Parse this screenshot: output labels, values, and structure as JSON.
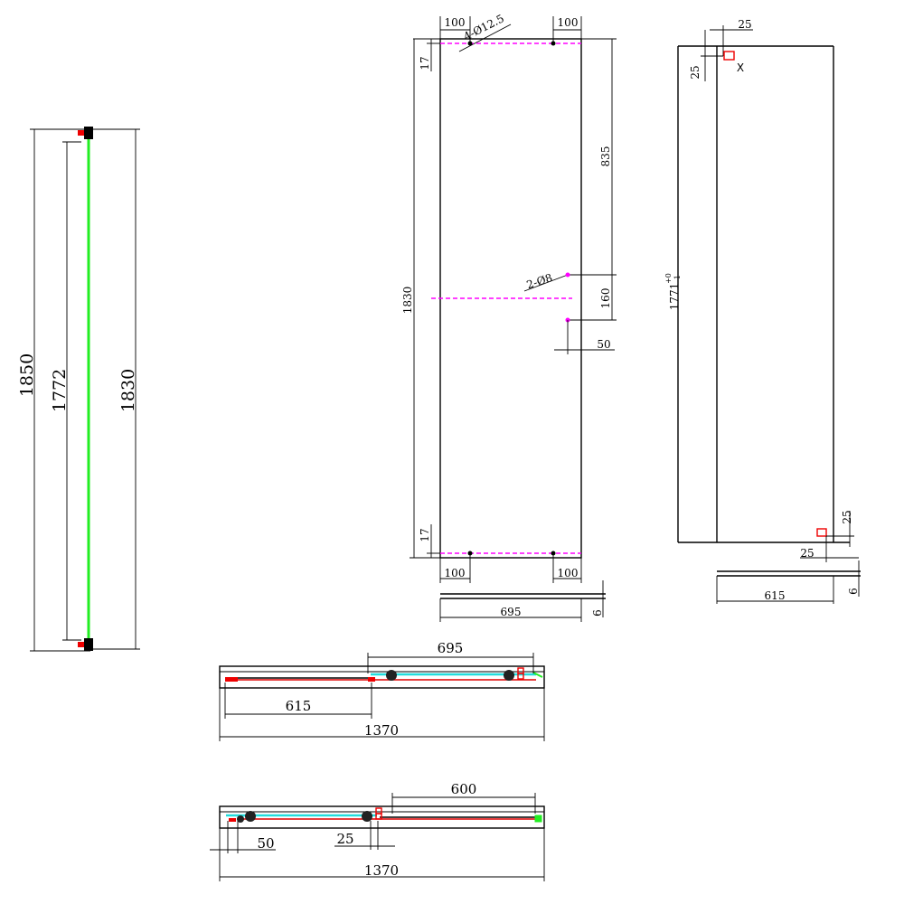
{
  "dimensions": {
    "side_view": {
      "overall": "1850",
      "inner": "1772",
      "glass": "1830"
    },
    "fixed_panel": {
      "top_left": "100",
      "top_right": "100",
      "hole_top": "4-Ø12.5",
      "top_offset": "17",
      "right_height": "835",
      "hole_mid": "2-Ø8",
      "mid_gap": "160",
      "height": "1830",
      "offset_50": "50",
      "bottom_offset": "17",
      "bottom_left": "100",
      "bottom_right": "100",
      "width": "695",
      "thickness": "6"
    },
    "door_panel": {
      "top_25": "25",
      "left_25": "25",
      "height": "1771",
      "tolerance_plus": "+0",
      "tolerance_minus": "-1",
      "mark_x": "X",
      "bottom_25_right": "25",
      "bottom_25_left": "25",
      "width": "615",
      "thickness": "6"
    },
    "plan_top": {
      "panel": "695",
      "door": "615",
      "overall": "1370"
    },
    "plan_bottom": {
      "panel": "600",
      "gap_50": "50",
      "gap_25": "25",
      "overall": "1370"
    }
  }
}
